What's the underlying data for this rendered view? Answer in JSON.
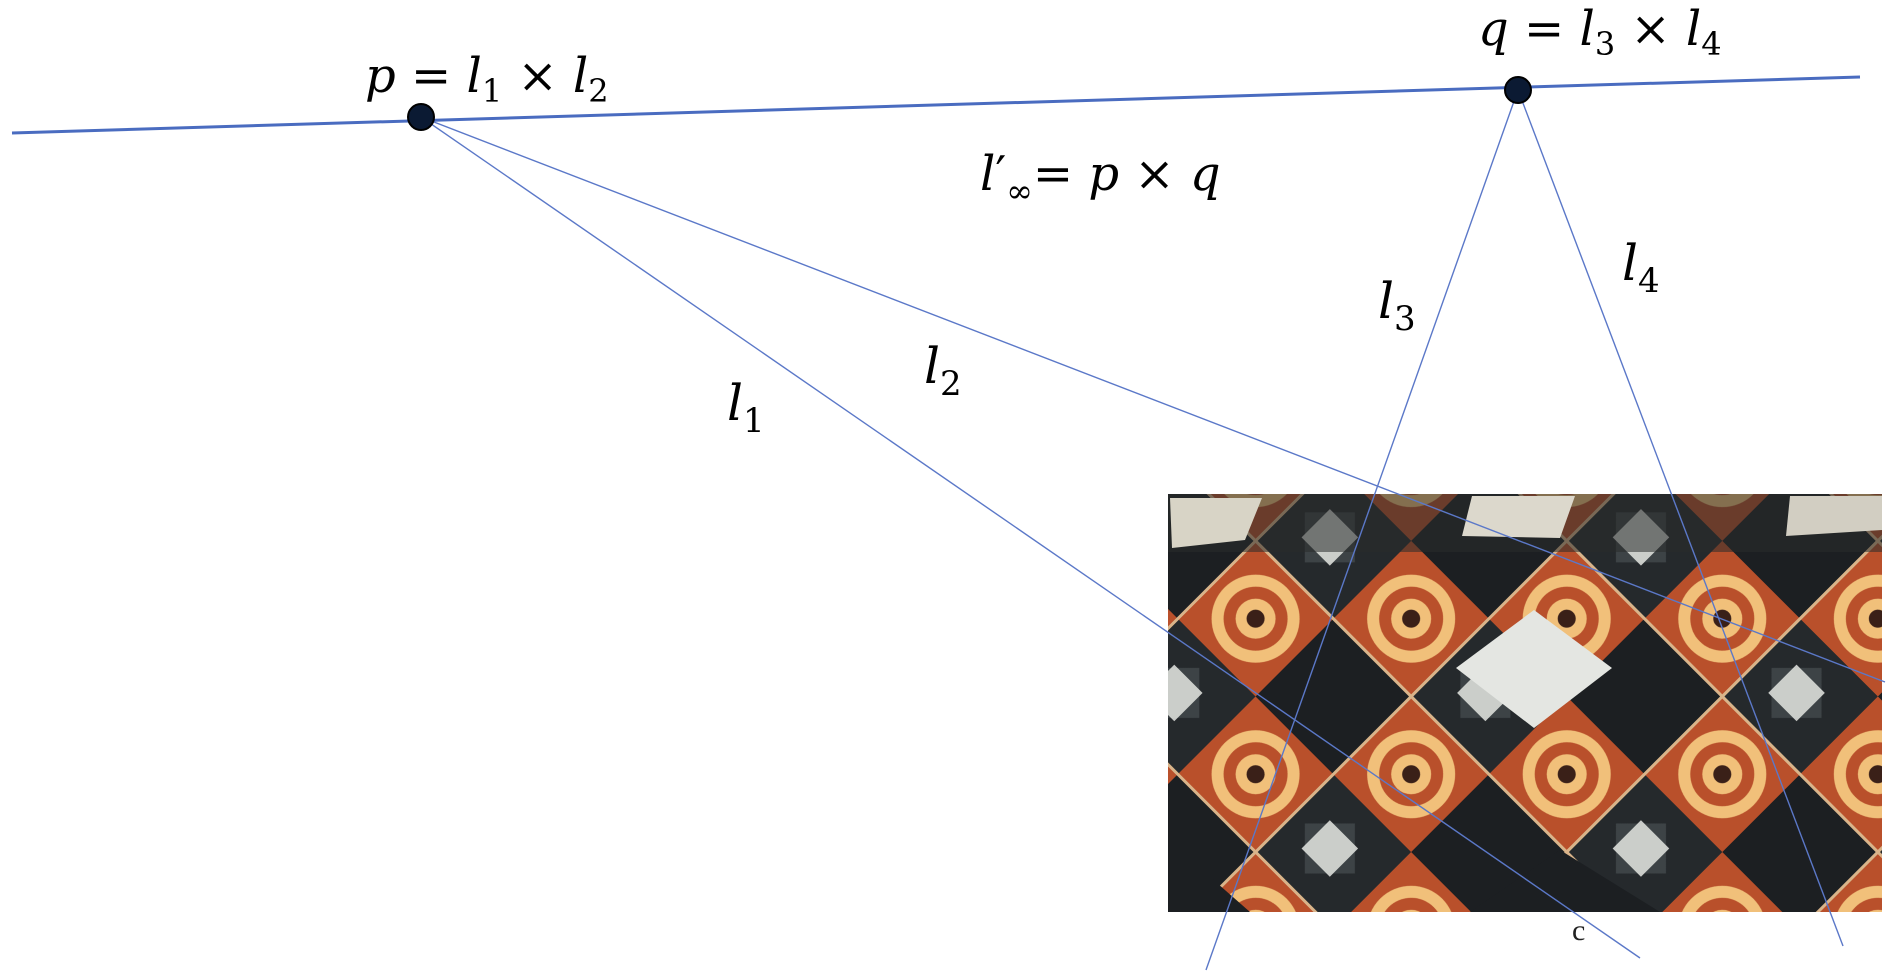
{
  "labels": {
    "p_point": {
      "var": "p",
      "eq": " = ",
      "l1": "l",
      "l1_sub": "1",
      "op": " × ",
      "l2": "l",
      "l2_sub": "2"
    },
    "q_point": {
      "var": "q",
      "eq": " = ",
      "l3": "l",
      "l3_sub": "3",
      "op": " × ",
      "l4": "l",
      "l4_sub": "4"
    },
    "line_at_infinity": {
      "l": "l",
      "prime": "′",
      "sub": "∞",
      "eq": "= ",
      "p": "p",
      "op": " × ",
      "q": "q"
    },
    "l1": {
      "l": "l",
      "sub": "1"
    },
    "l2": {
      "l": "l",
      "sub": "2"
    },
    "l3": {
      "l": "l",
      "sub": "3"
    },
    "l4": {
      "l": "l",
      "sub": "4"
    },
    "caption": "c"
  },
  "colors": {
    "horizon_line": "#4a6cc0",
    "thin_lines": "#5b78c8",
    "point_fill": "#0b1a33",
    "text": "#000000",
    "tile_black": "#1c1f22",
    "tile_white": "#e4e6e2",
    "tile_terracotta": "#b9502b",
    "tile_cream": "#f1c07a",
    "tile_grout": "#d9b48a"
  },
  "photo": {
    "subject": "tiled-floor",
    "visible_text": ""
  }
}
